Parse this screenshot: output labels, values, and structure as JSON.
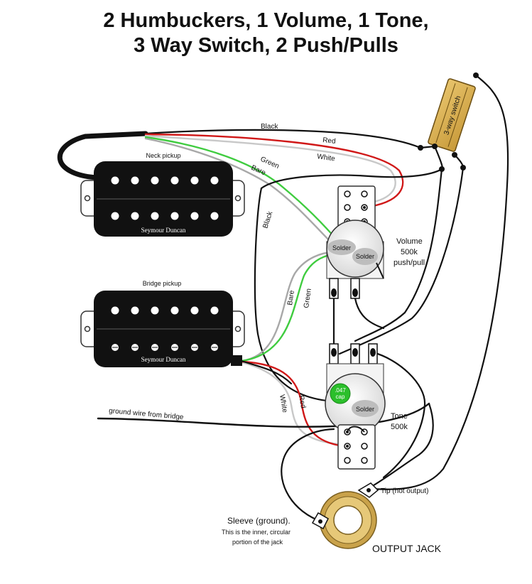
{
  "title": {
    "line1": "2 Humbuckers, 1 Volume, 1 Tone,",
    "line2": "3 Way Switch, 2 Push/Pulls"
  },
  "pickups": {
    "neck": {
      "label": "Neck pickup",
      "brand": "Seymour Duncan"
    },
    "bridge": {
      "label": "Bridge pickup",
      "brand": "Seymour Duncan"
    }
  },
  "wires": {
    "black_top": "Black",
    "red_top": "Red",
    "white_top": "White",
    "green_top": "Green",
    "bare_top": "Bare",
    "black_side": "Black",
    "bare_mid": "Bare",
    "green_mid": "Green",
    "white_low": "White",
    "red_low": "Red"
  },
  "switch": {
    "label": "3-way switch"
  },
  "volume": {
    "solder_a": "Solder",
    "solder_b": "Solder",
    "line1": "Volume",
    "line2": "500k",
    "line3": "push/pull"
  },
  "tone": {
    "cap_line1": ".047",
    "cap_line2": "cap",
    "solder": "Solder",
    "line1": "Tone",
    "line2": "500k"
  },
  "ground": {
    "label": "ground wire from bridge"
  },
  "jack": {
    "tip": "Tip (hot output)",
    "sleeve_title": "Sleeve (ground).",
    "sleeve_line1": "This is the inner, circular",
    "sleeve_line2": "portion of the jack",
    "output": "OUTPUT JACK"
  },
  "colors": {
    "red_wire": "#d01818",
    "green_wire": "#3fcc3f",
    "white_wire": "#c8c8c8",
    "bare_wire": "#a0a0a0",
    "switch_body": "#d9ae52",
    "cap": "#2bbf2b",
    "jack_ring": "#c9a24a"
  }
}
